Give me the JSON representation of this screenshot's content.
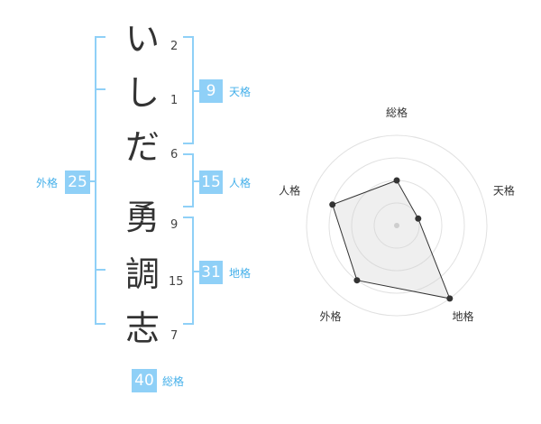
{
  "name": {
    "chars": [
      {
        "char": "い",
        "strokes": "2"
      },
      {
        "char": "し",
        "strokes": "1"
      },
      {
        "char": "だ",
        "strokes": "6"
      },
      {
        "char": "勇",
        "strokes": "9"
      },
      {
        "char": "調",
        "strokes": "15"
      },
      {
        "char": "志",
        "strokes": "7"
      }
    ]
  },
  "kakusu": {
    "tenkaku": {
      "value": "9",
      "label": "天格"
    },
    "jinkaku": {
      "value": "15",
      "label": "人格"
    },
    "chikaku": {
      "value": "31",
      "label": "地格"
    },
    "gaikaku": {
      "value": "25",
      "label": "外格"
    },
    "soukaku": {
      "value": "40",
      "label": "総格"
    }
  },
  "colors": {
    "accent": "#8fd0f7",
    "label": "#45b0ea"
  },
  "chart_data": {
    "type": "radar",
    "axes": [
      "総格",
      "天格",
      "地格",
      "外格",
      "人格"
    ],
    "values": [
      2,
      1,
      4,
      3,
      3
    ],
    "rmax": 4
  }
}
